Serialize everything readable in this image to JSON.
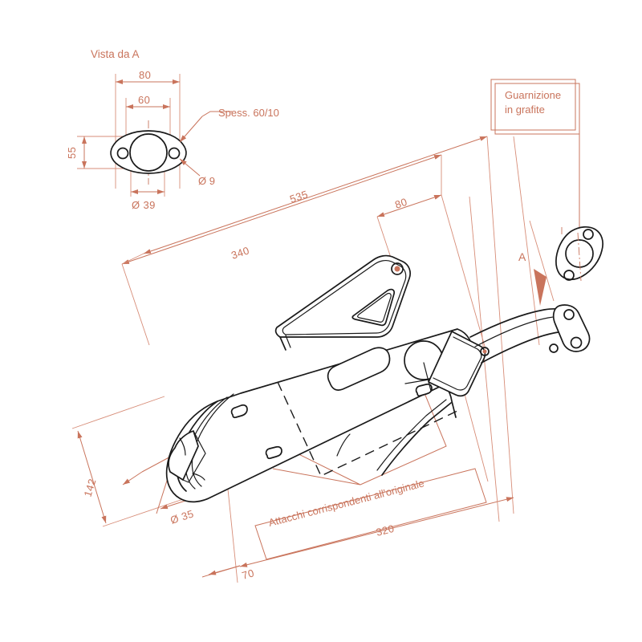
{
  "document": {
    "type": "technical-drawing",
    "subject": "motorcycle-exhaust-muffler",
    "language": "it",
    "background_color": "#ffffff",
    "dimension_color": "#c9745c",
    "part_outline_color": "#1a1a1a"
  },
  "detail_view": {
    "title": "Vista da A",
    "dimensions": {
      "width_outer": "80",
      "width_inner": "60",
      "height": "55",
      "bore": "Ø 39",
      "hole": "Ø 9"
    },
    "thickness_note": "Spess. 60/10"
  },
  "callouts": {
    "gasket": "Guarnizione\nin grafite",
    "gasket_line1": "Guarnizione",
    "gasket_line2": "in grafite",
    "mountings": "Attacchi corrispondenti all'originale",
    "view_marker": "A"
  },
  "main_dimensions": {
    "overall_length": "535",
    "body_length": "340",
    "flange_offset": "80",
    "body_height": "142",
    "outlet_diameter": "Ø 35",
    "tail_offset": "70",
    "mount_span": "320"
  },
  "dimension_list": [
    {
      "label": "80",
      "view": "detail",
      "axis": "horizontal"
    },
    {
      "label": "60",
      "view": "detail",
      "axis": "horizontal"
    },
    {
      "label": "55",
      "view": "detail",
      "axis": "vertical"
    },
    {
      "label": "Ø 39",
      "view": "detail",
      "axis": "diameter"
    },
    {
      "label": "Ø 9",
      "view": "detail",
      "axis": "diameter"
    },
    {
      "label": "535",
      "view": "main",
      "axis": "length"
    },
    {
      "label": "340",
      "view": "main",
      "axis": "length"
    },
    {
      "label": "80",
      "view": "main",
      "axis": "length"
    },
    {
      "label": "142",
      "view": "main",
      "axis": "height"
    },
    {
      "label": "Ø 35",
      "view": "main",
      "axis": "diameter"
    },
    {
      "label": "70",
      "view": "main",
      "axis": "length"
    },
    {
      "label": "320",
      "view": "main",
      "axis": "length"
    }
  ]
}
